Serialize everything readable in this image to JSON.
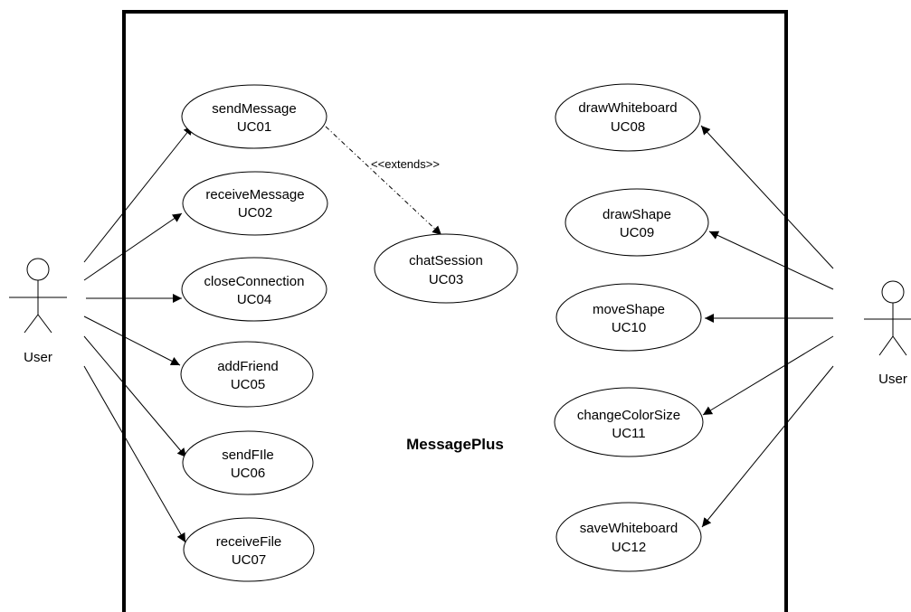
{
  "system": {
    "name": "MessagePlus"
  },
  "actors": {
    "left": {
      "label": "User"
    },
    "right": {
      "label": "User"
    }
  },
  "use_cases": {
    "uc01": {
      "name": "sendMessage",
      "id": "UC01"
    },
    "uc02": {
      "name": "receiveMessage",
      "id": "UC02"
    },
    "uc03": {
      "name": "chatSession",
      "id": "UC03"
    },
    "uc04": {
      "name": "closeConnection",
      "id": "UC04"
    },
    "uc05": {
      "name": "addFriend",
      "id": "UC05"
    },
    "uc06": {
      "name": "sendFIle",
      "id": "UC06"
    },
    "uc07": {
      "name": "receiveFile",
      "id": "UC07"
    },
    "uc08": {
      "name": "drawWhiteboard",
      "id": "UC08"
    },
    "uc09": {
      "name": "drawShape",
      "id": "UC09"
    },
    "uc10": {
      "name": "moveShape",
      "id": "UC10"
    },
    "uc11": {
      "name": "changeColorSize",
      "id": "UC11"
    },
    "uc12": {
      "name": "saveWhiteboard",
      "id": "UC12"
    }
  },
  "relationships": {
    "extends_label": "<<extends>>"
  }
}
